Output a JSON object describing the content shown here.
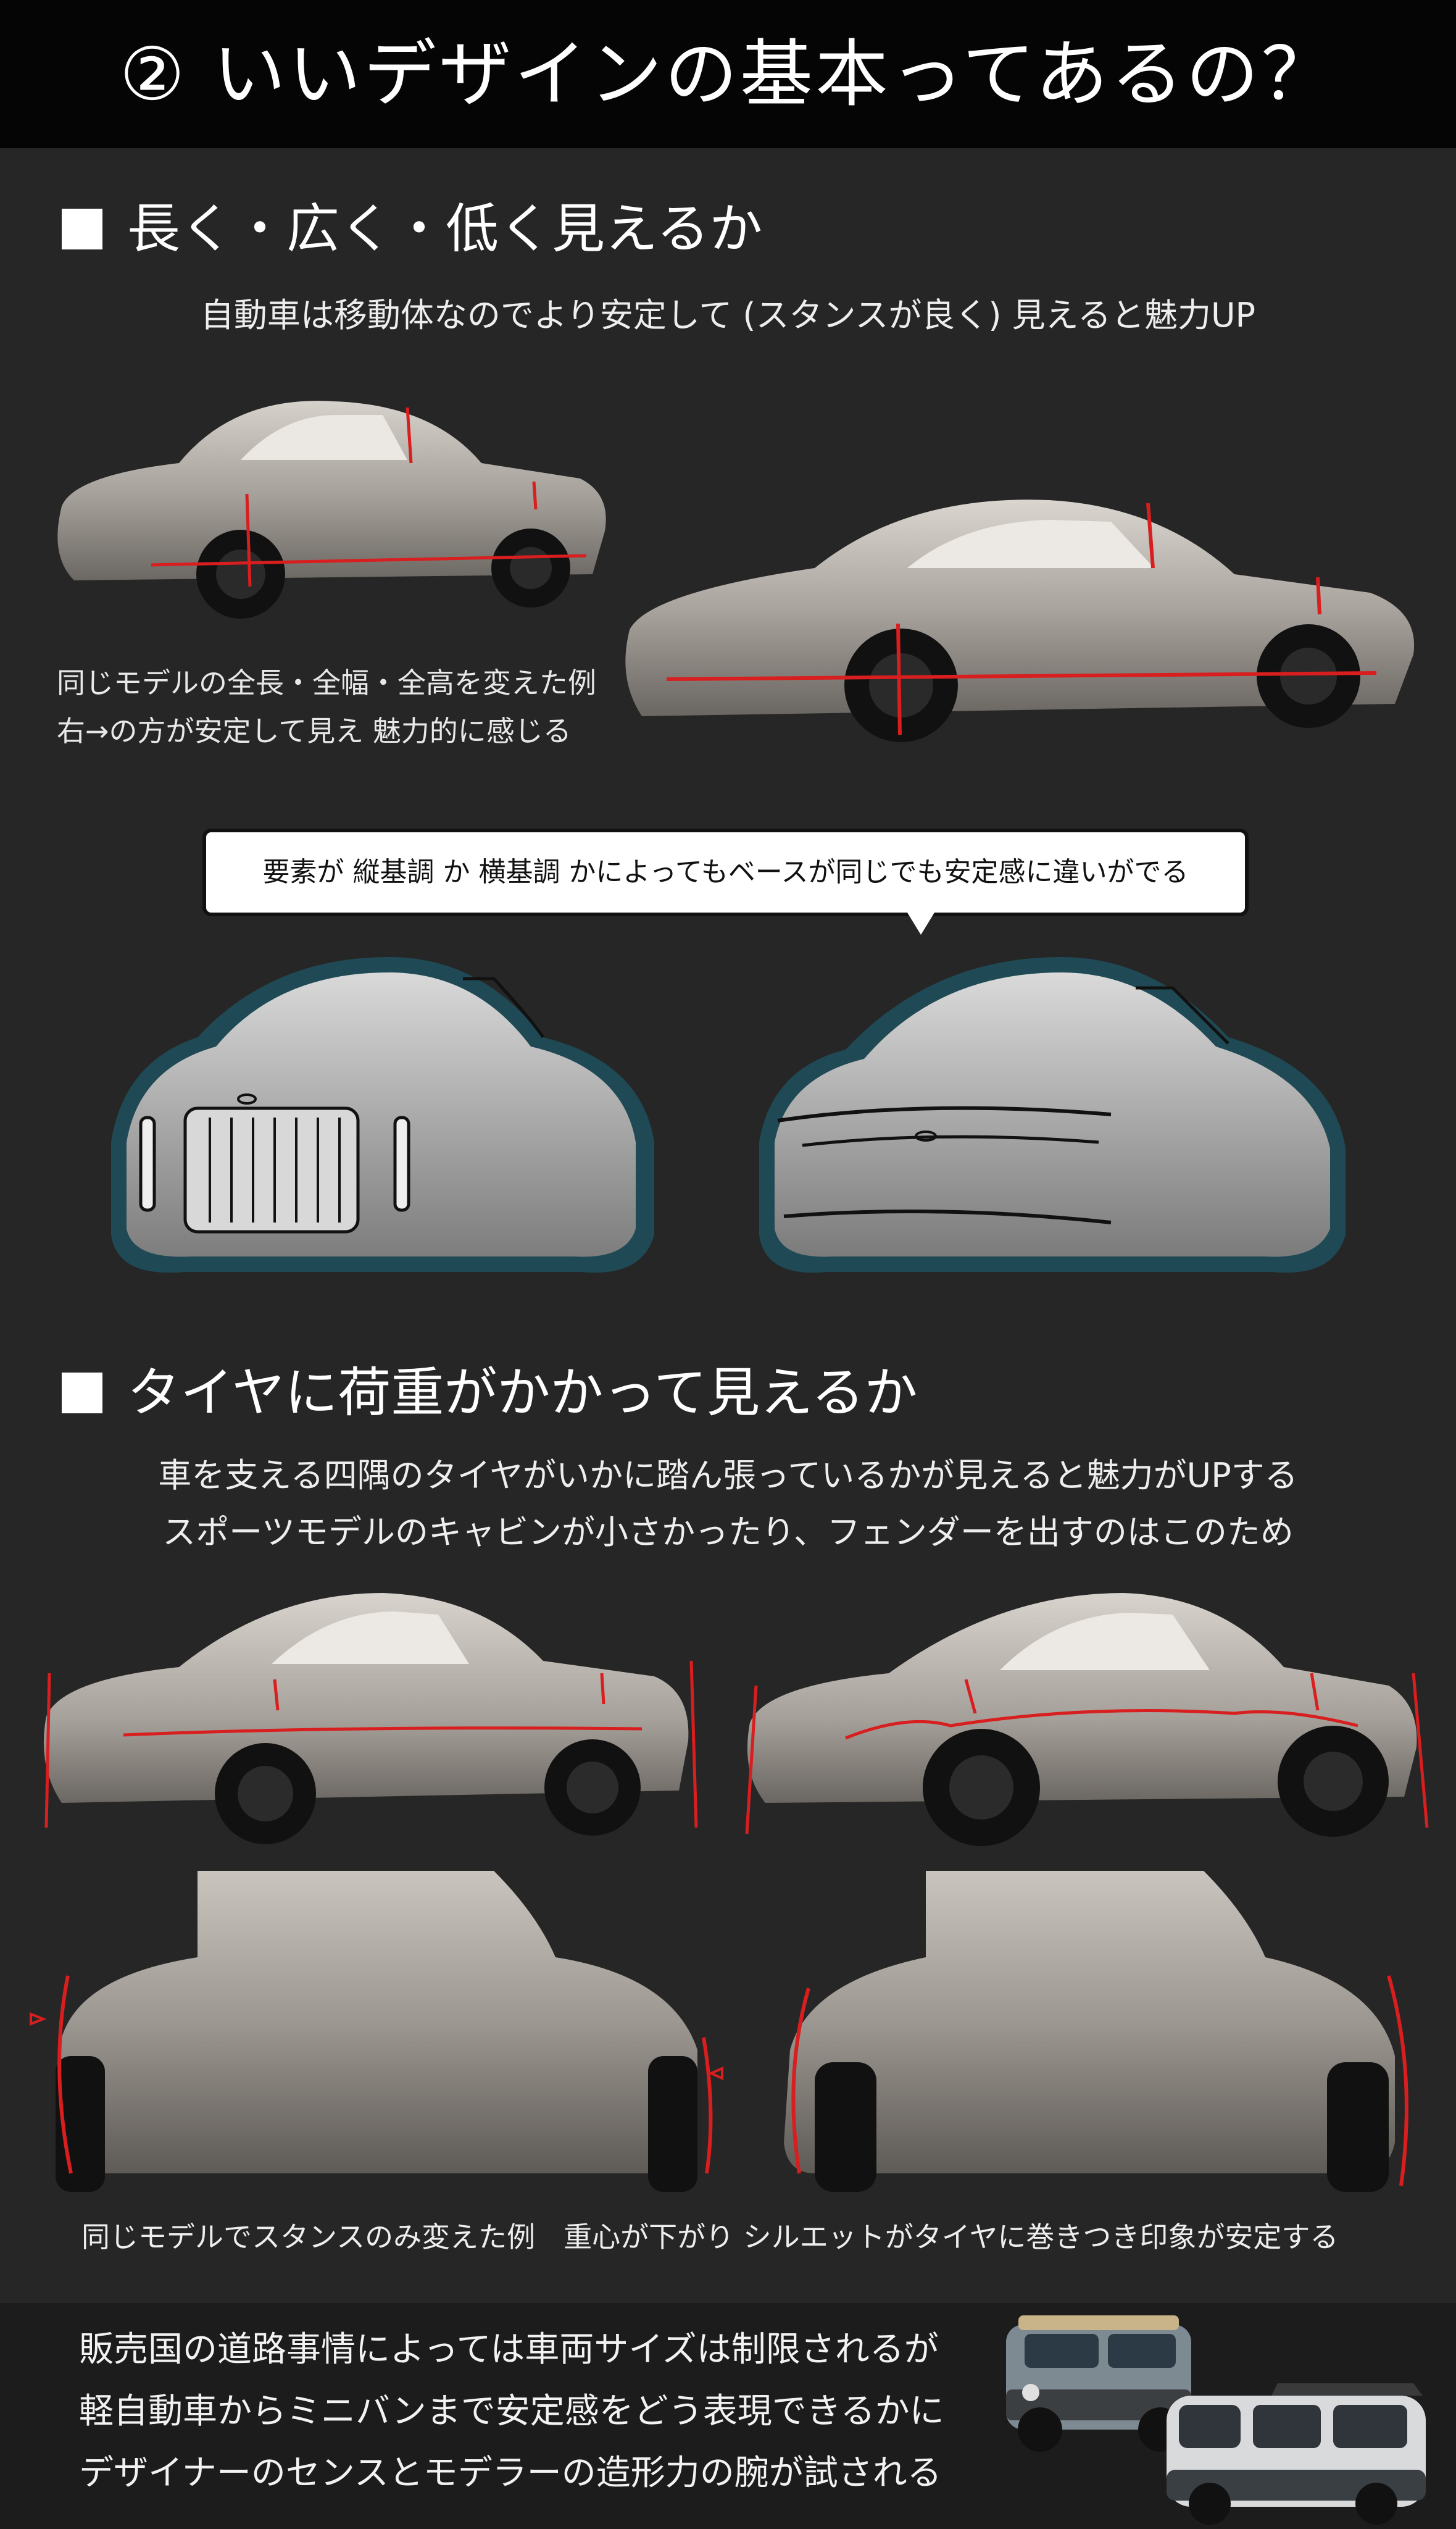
{
  "title": "② いいデザインの基本ってあるの？",
  "section1": {
    "heading": "長く・広く・低く見えるか",
    "caption": "自動車は移動体なのでより安定して (スタンスが良く) 見えると魅力UP",
    "note_line1": "同じモデルの全長・全幅・全高を変えた例",
    "note_line2": "右→の方が安定して見え 魅力的に感じる",
    "bubble": "要素が 縦基調 か 横基調 かによってもベースが同じでも安定感に違いがでる"
  },
  "section2": {
    "heading": "タイヤに荷重がかかって見えるか",
    "caption_line1": "車を支える四隅のタイヤがいかに踏ん張っているかが見えると魅力がUPする",
    "caption_line2": "スポーツモデルのキャビンが小さかったり、フェンダーを出すのはこのため",
    "note": "同じモデルでスタンスのみ変えた例　重心が下がり シルエットがタイヤに巻きつき印象が安定する"
  },
  "footer": {
    "line1": "販売国の道路事情によっては車両サイズは制限されるが",
    "line2": "軽自動車からミニバンまで安定感をどう表現できるかに",
    "line3": "デザイナーのセンスとモデラーの造形力の腕が試される"
  },
  "colors": {
    "background": "#262626",
    "title_bar": "#050505",
    "accent_line": "#d81e1e",
    "car_body": "#a8a29b",
    "sketch_outline": "#1f4a55"
  }
}
